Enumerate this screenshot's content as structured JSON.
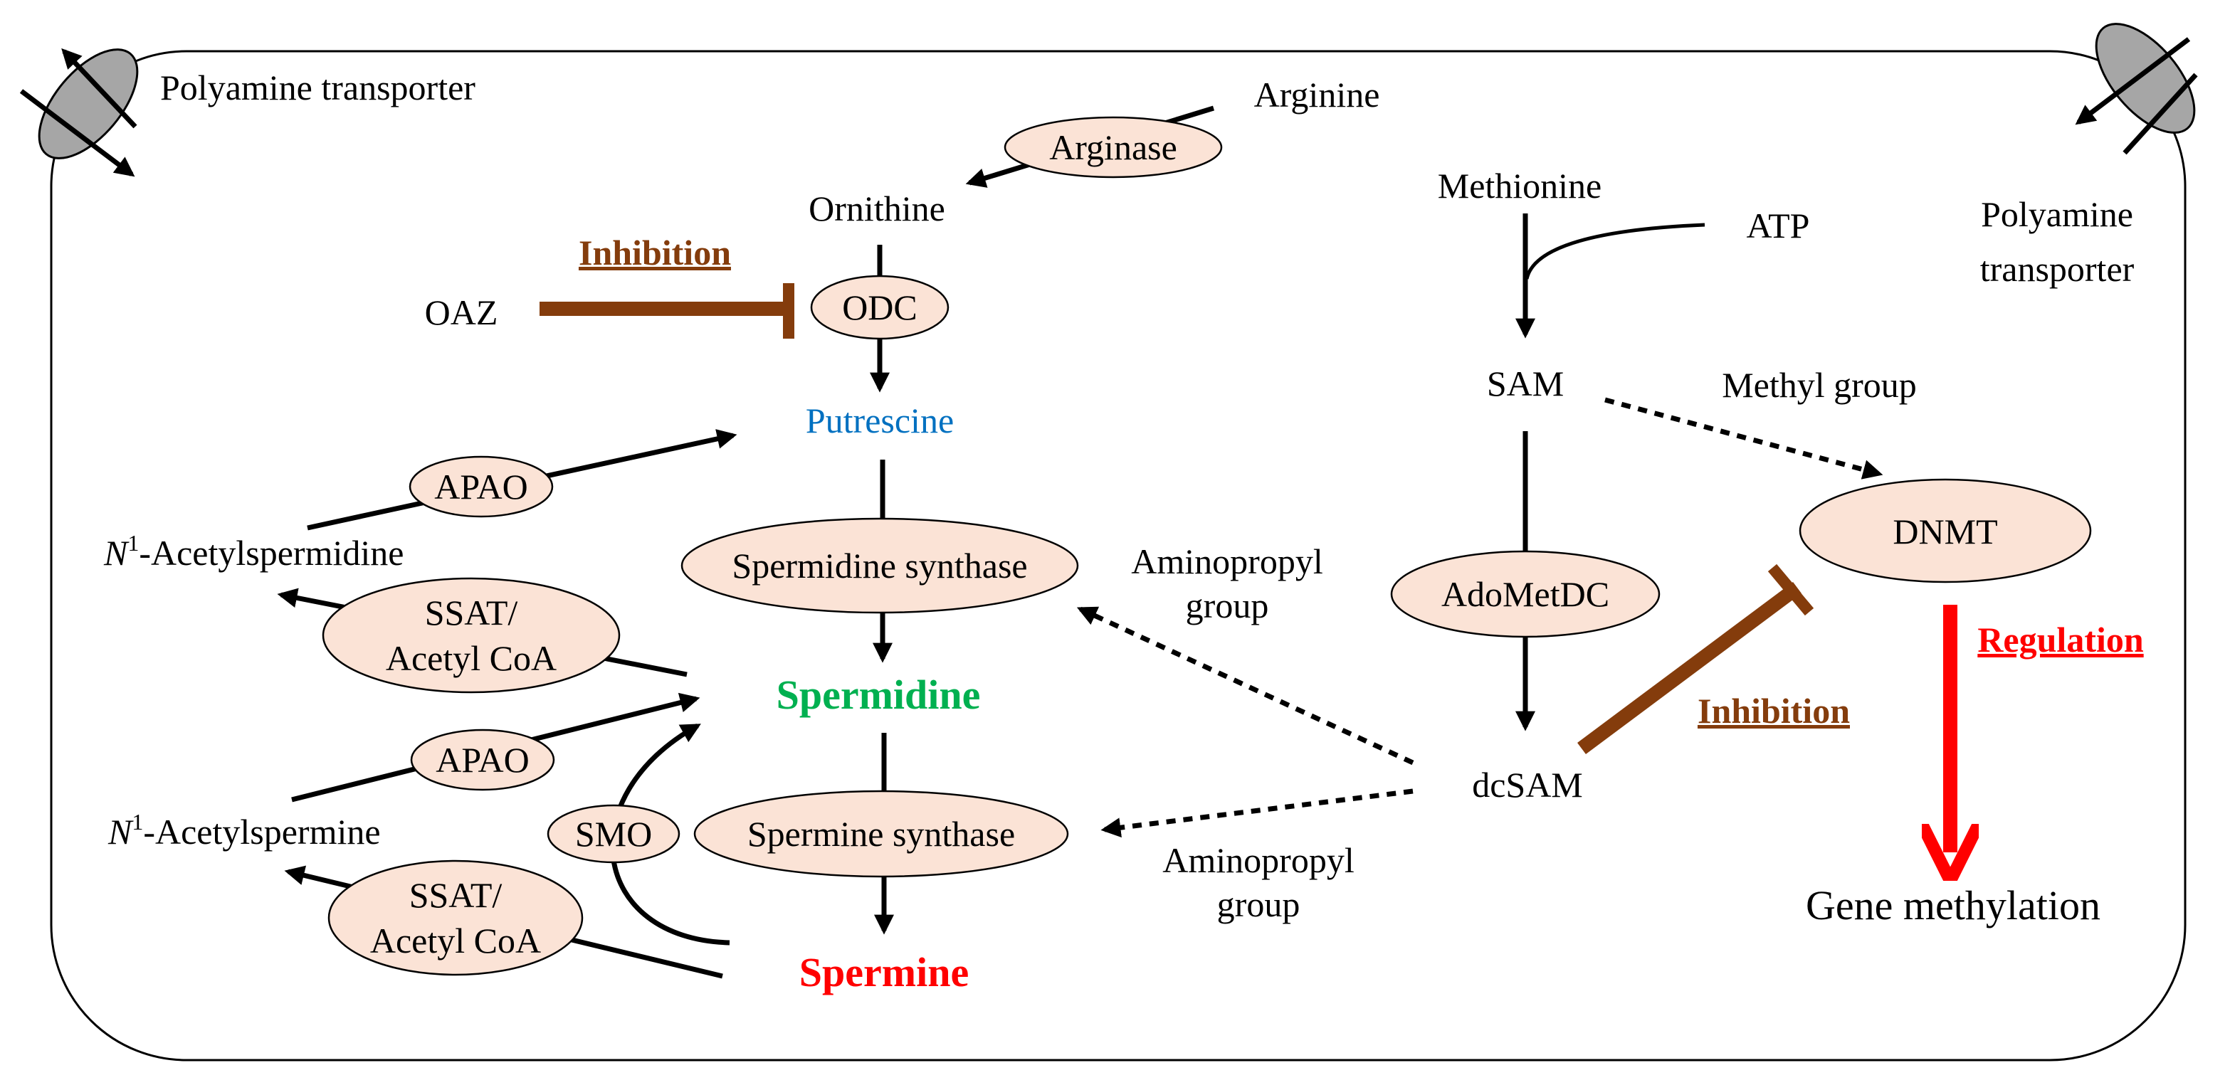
{
  "colors": {
    "enzyme_fill": "#FBE3D6",
    "putrescine": "#0070C0",
    "spermidine": "#00B050",
    "spermine": "#FF0000",
    "inhibition": "#843C0C",
    "regulation": "#FF0000",
    "transporter": "#A6A6A6"
  },
  "icons": [
    "transporter-channel-icon"
  ],
  "labels": {
    "transporter_left": "Polyamine transporter",
    "transporter_right_1": "Polyamine",
    "transporter_right_2": "transporter",
    "arginine": "Arginine",
    "ornithine": "Ornithine",
    "oaz": "OAZ",
    "inhibition_top": "Inhibition",
    "putrescine": "Putrescine",
    "n1_acetylspermidine_sup": "1",
    "n1_acetylspermidine_rest": "-Acetylspermidine",
    "n_italic": "N",
    "spermidine": "Spermidine",
    "n1_acetylspermine_sup": "1",
    "n1_acetylspermine_rest": "-Acetylspermine",
    "spermine": "Spermine",
    "aminopropyl_1a": "Aminopropyl",
    "aminopropyl_1b": "group",
    "aminopropyl_2a": "Aminopropyl",
    "aminopropyl_2b": "group",
    "methionine": "Methionine",
    "atp": "ATP",
    "sam": "SAM",
    "methyl_group": "Methyl group",
    "dcsam": "dcSAM",
    "inhibition_right": "Inhibition",
    "regulation": "Regulation",
    "gene_methylation": "Gene methylation"
  },
  "enzymes": {
    "arginase": "Arginase",
    "odc": "ODC",
    "apao_1": "APAO",
    "spermidine_synthase": "Spermidine synthase",
    "ssat_1a": "SSAT/",
    "ssat_1b": "Acetyl CoA",
    "apao_2": "APAO",
    "smo": "SMO",
    "spermine_synthase": "Spermine synthase",
    "ssat_2a": "SSAT/",
    "ssat_2b": "Acetyl CoA",
    "adometdc": "AdoMetDC",
    "dnmt": "DNMT"
  }
}
